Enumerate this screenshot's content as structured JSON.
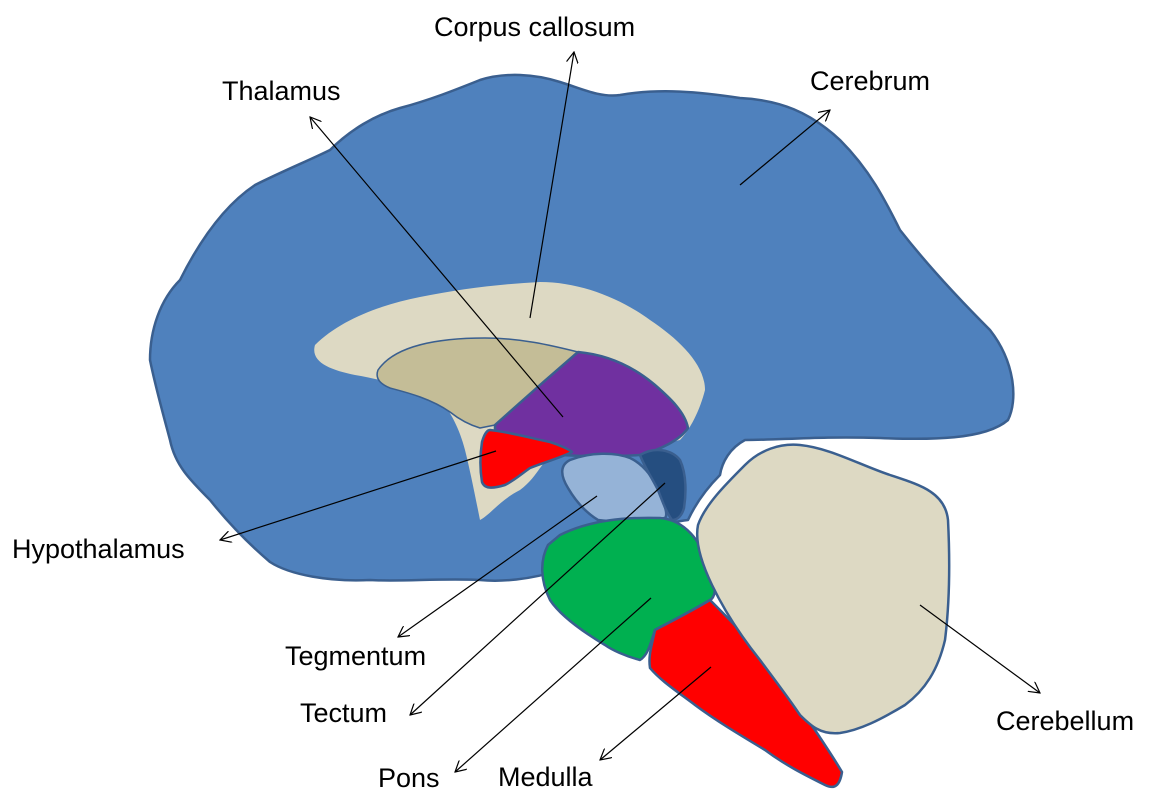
{
  "colors": {
    "cerebrum": "#4f81bd",
    "corpus_callosum": "#ddd9c3",
    "inner_thalamus_area": "#c4bd97",
    "thalamus": "#7030a0",
    "hypothalamus": "#ff0000",
    "tegmentum": "#95b3d7",
    "tectum": "#254e80",
    "pons": "#00b050",
    "medulla": "#ff0000",
    "cerebellum": "#ddd9c3",
    "outline": "#3a5f8f"
  },
  "labels": {
    "corpus_callosum": "Corpus callosum",
    "thalamus": "Thalamus",
    "cerebrum": "Cerebrum",
    "hypothalamus": "Hypothalamus",
    "tegmentum": "Tegmentum",
    "tectum": "Tectum",
    "pons": "Pons",
    "medulla": "Medulla",
    "cerebellum": "Cerebellum"
  }
}
